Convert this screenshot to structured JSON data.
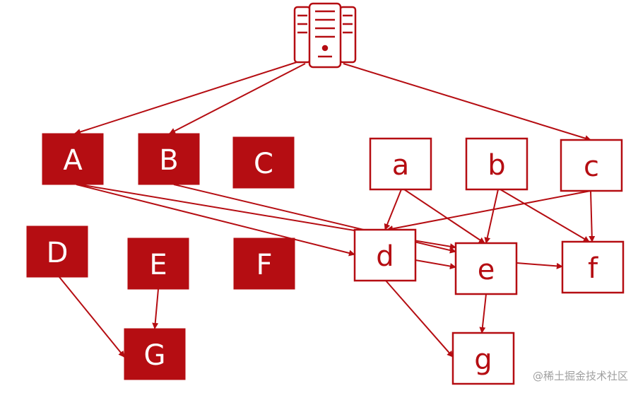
{
  "colors": {
    "primary": "#b50d12",
    "filled_text": "#ffffff",
    "outline_fill": "#ffffff"
  },
  "server": {
    "icon": "server-icon"
  },
  "nodes": [
    {
      "id": "A",
      "label": "A",
      "style": "filled"
    },
    {
      "id": "B",
      "label": "B",
      "style": "filled"
    },
    {
      "id": "C",
      "label": "C",
      "style": "filled"
    },
    {
      "id": "D",
      "label": "D",
      "style": "filled"
    },
    {
      "id": "E",
      "label": "E",
      "style": "filled"
    },
    {
      "id": "F",
      "label": "F",
      "style": "filled"
    },
    {
      "id": "G",
      "label": "G",
      "style": "filled"
    },
    {
      "id": "a",
      "label": "a",
      "style": "outline"
    },
    {
      "id": "b",
      "label": "b",
      "style": "outline"
    },
    {
      "id": "c",
      "label": "c",
      "style": "outline"
    },
    {
      "id": "d",
      "label": "d",
      "style": "outline"
    },
    {
      "id": "e",
      "label": "e",
      "style": "outline"
    },
    {
      "id": "f",
      "label": "f",
      "style": "outline"
    },
    {
      "id": "g",
      "label": "g",
      "style": "outline"
    }
  ],
  "edges": [
    {
      "from": "server",
      "to": "A"
    },
    {
      "from": "server",
      "to": "B"
    },
    {
      "from": "server",
      "to": "c"
    },
    {
      "from": "A",
      "to": "d"
    },
    {
      "from": "A",
      "to": "e"
    },
    {
      "from": "B",
      "to": "e"
    },
    {
      "from": "a",
      "to": "d"
    },
    {
      "from": "a",
      "to": "e"
    },
    {
      "from": "b",
      "to": "e"
    },
    {
      "from": "b",
      "to": "f"
    },
    {
      "from": "c",
      "to": "d"
    },
    {
      "from": "c",
      "to": "f"
    },
    {
      "from": "d",
      "to": "e"
    },
    {
      "from": "e",
      "to": "f"
    },
    {
      "from": "d",
      "to": "g"
    },
    {
      "from": "e",
      "to": "g"
    },
    {
      "from": "D",
      "to": "G"
    },
    {
      "from": "E",
      "to": "G"
    }
  ],
  "watermark": "@稀土掘金技术社区"
}
